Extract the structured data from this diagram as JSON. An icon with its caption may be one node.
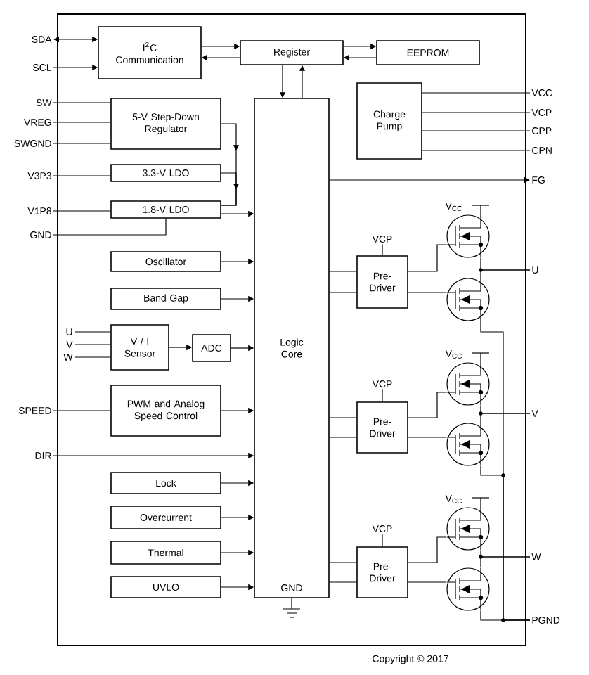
{
  "diagram": {
    "nodes": [
      {
        "text": [
          "I$^{2}$C Communication"
        ]
      },
      {
        "text": [
          "Register"
        ]
      },
      {
        "text": [
          "EEPROM"
        ]
      },
      {
        "text": [
          "Charge Pump"
        ]
      },
      {
        "text": [
          "5-V Step-Down Regulator"
        ]
      },
      {
        "text": [
          "3.3-V LDO"
        ]
      },
      {
        "text": [
          "1.8-V LDO"
        ]
      },
      {
        "text": [
          "Oscillator"
        ]
      },
      {
        "text": [
          "Band Gap"
        ]
      },
      {
        "text": [
          "V / I Sensor"
        ]
      },
      {
        "text": [
          "ADC"
        ]
      },
      {
        "text": [
          "PWM and Analog Speed Control"
        ]
      },
      {
        "text": [
          "Lock"
        ]
      },
      {
        "text": [
          "Overcurrent"
        ]
      },
      {
        "text": [
          "Thermal"
        ]
      },
      {
        "text": [
          "UVLO"
        ]
      },
      {
        "text": [
          "Logic Core",
          "GND"
        ]
      },
      {
        "text": [
          "VCP"
        ]
      },
      {
        "text": [
          "Pre- Driver"
        ]
      },
      {
        "text": [],
        "shape": "transistor",
        "beside": [
          "V$_{CC}$"
        ]
      },
      {
        "text": [],
        "shape": "transistor"
      },
      {
        "text": [
          "VCP"
        ]
      },
      {
        "text": [
          "Pre- Driver"
        ]
      },
      {
        "text": [],
        "shape": "transistor",
        "beside": [
          "V$_{CC}$"
        ]
      },
      {
        "text": [],
        "shape": "transistor"
      },
      {
        "text": [
          "VCP"
        ]
      },
      {
        "text": [
          "Pre- Driver"
        ]
      },
      {
        "text": [],
        "shape": "transistor",
        "beside": [
          "V$_{CC}$"
        ]
      },
      {
        "text": [],
        "shape": "transistor"
      },
      {
        "text": [
          "SDA"
        ]
      },
      {
        "text": [
          "SCL"
        ]
      },
      {
        "text": [
          "SW"
        ]
      },
      {
        "text": [
          "VREG"
        ]
      },
      {
        "text": [
          "SWGND"
        ]
      },
      {
        "text": [
          "V3P3"
        ]
      },
      {
        "text": [
          "V1P8"
        ]
      },
      {
        "text": [
          "GND"
        ]
      },
      {
        "text": [
          "U"
        ]
      },
      {
        "text": [
          "V"
        ]
      },
      {
        "text": [
          "W"
        ]
      },
      {
        "text": [
          "SPEED"
        ]
      },
      {
        "text": [
          "DIR"
        ]
      },
      {
        "text": [
          "VCC"
        ]
      },
      {
        "text": [
          "VCP"
        ]
      },
      {
        "text": [
          "CPP"
        ]
      },
      {
        "text": [
          "CPN"
        ]
      },
      {
        "text": [
          "FG"
        ]
      },
      {
        "text": [
          "U"
        ]
      },
      {
        "text": [
          "V"
        ]
      },
      {
        "text": [
          "W"
        ]
      },
      {
        "text": [
          "PGND"
        ]
      }
    ],
    "edges": [
      {
        "from": 29,
        "to": 0,
        "arrow": "both"
      },
      {
        "from": 30,
        "to": 0,
        "arrow": "to"
      },
      {
        "from": 0,
        "to": 1,
        "arrow": "to"
      },
      {
        "from": 1,
        "to": 0,
        "arrow": "to"
      },
      {
        "from": 1,
        "to": 2,
        "arrow": "to"
      },
      {
        "from": 2,
        "to": 1,
        "arrow": "to"
      },
      {
        "from": 1,
        "to": 16,
        "arrow": "to"
      },
      {
        "from": 16,
        "to": 1,
        "arrow": "to"
      },
      {
        "from": 31,
        "to": 4,
        "arrow": "none"
      },
      {
        "from": 32,
        "to": 4,
        "arrow": "none"
      },
      {
        "from": 33,
        "to": 4,
        "arrow": "none"
      },
      {
        "from": 34,
        "to": 5,
        "arrow": "none"
      },
      {
        "from": 35,
        "to": 6,
        "arrow": "none"
      },
      {
        "from": 36,
        "to": 6,
        "arrow": "none"
      },
      {
        "from": 4,
        "to": 6,
        "arrow": "to"
      },
      {
        "from": 5,
        "to": 6,
        "arrow": "to"
      },
      {
        "from": 6,
        "to": 16,
        "arrow": "to"
      },
      {
        "from": 7,
        "to": 16,
        "arrow": "to"
      },
      {
        "from": 8,
        "to": 16,
        "arrow": "to"
      },
      {
        "from": 37,
        "to": 9,
        "arrow": "none"
      },
      {
        "from": 38,
        "to": 9,
        "arrow": "none"
      },
      {
        "from": 39,
        "to": 9,
        "arrow": "none"
      },
      {
        "from": 9,
        "to": 10,
        "arrow": "to"
      },
      {
        "from": 10,
        "to": 16,
        "arrow": "to"
      },
      {
        "from": 40,
        "to": 11,
        "arrow": "none"
      },
      {
        "from": 11,
        "to": 16,
        "arrow": "to"
      },
      {
        "from": 41,
        "to": 16,
        "arrow": "to"
      },
      {
        "from": 12,
        "to": 16,
        "arrow": "to"
      },
      {
        "from": 13,
        "to": 16,
        "arrow": "to"
      },
      {
        "from": 14,
        "to": 16,
        "arrow": "to"
      },
      {
        "from": 15,
        "to": 16,
        "arrow": "to"
      },
      {
        "from": 3,
        "to": 42,
        "arrow": "none"
      },
      {
        "from": 3,
        "to": 43,
        "arrow": "none"
      },
      {
        "from": 3,
        "to": 44,
        "arrow": "none"
      },
      {
        "from": 3,
        "to": 45,
        "arrow": "none"
      },
      {
        "from": 16,
        "to": 46,
        "arrow": "to"
      },
      {
        "from": 17,
        "to": 18,
        "arrow": "none"
      },
      {
        "from": 16,
        "to": 18,
        "arrow": "none"
      },
      {
        "from": 16,
        "to": 18,
        "arrow": "none"
      },
      {
        "from": 18,
        "to": 19,
        "arrow": "none"
      },
      {
        "from": 18,
        "to": 20,
        "arrow": "none"
      },
      {
        "from": 19,
        "to": 47,
        "arrow": "none"
      },
      {
        "from": 20,
        "to": 47,
        "arrow": "none"
      },
      {
        "from": 20,
        "to": 50,
        "arrow": "none"
      },
      {
        "from": 21,
        "to": 22,
        "arrow": "none"
      },
      {
        "from": 16,
        "to": 22,
        "arrow": "none"
      },
      {
        "from": 16,
        "to": 22,
        "arrow": "none"
      },
      {
        "from": 22,
        "to": 23,
        "arrow": "none"
      },
      {
        "from": 22,
        "to": 24,
        "arrow": "none"
      },
      {
        "from": 23,
        "to": 48,
        "arrow": "none"
      },
      {
        "from": 24,
        "to": 48,
        "arrow": "none"
      },
      {
        "from": 24,
        "to": 50,
        "arrow": "none"
      },
      {
        "from": 25,
        "to": 26,
        "arrow": "none"
      },
      {
        "from": 16,
        "to": 26,
        "arrow": "none"
      },
      {
        "from": 16,
        "to": 26,
        "arrow": "none"
      },
      {
        "from": 26,
        "to": 27,
        "arrow": "none"
      },
      {
        "from": 26,
        "to": 28,
        "arrow": "none"
      },
      {
        "from": 27,
        "to": 49,
        "arrow": "none"
      },
      {
        "from": 28,
        "to": 49,
        "arrow": "none"
      },
      {
        "from": 28,
        "to": 50,
        "arrow": "none"
      }
    ],
    "labels": [
      "Copyright © 2017"
    ]
  }
}
